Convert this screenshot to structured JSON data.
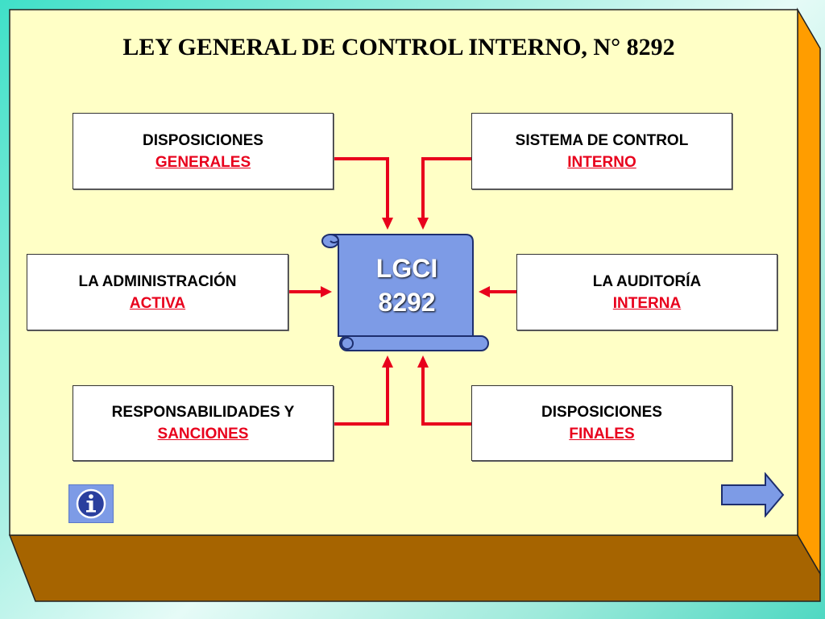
{
  "title": "LEY GENERAL DE CONTROL INTERNO, N° 8292",
  "center": {
    "line1": "LGCI",
    "line2": "8292"
  },
  "boxes": {
    "disposiciones_generales": {
      "line1": "DISPOSICIONES",
      "line2": "GENERALES"
    },
    "sistema_control_interno": {
      "line1": "SISTEMA DE CONTROL",
      "line2": "INTERNO"
    },
    "administracion_activa": {
      "line1": "LA ADMINISTRACIÓN",
      "line2": "ACTIVA"
    },
    "auditoria_interna": {
      "line1": "LA AUDITORÍA",
      "line2": "INTERNA"
    },
    "responsabilidades_sanciones": {
      "line1": "RESPONSABILIDADES Y",
      "line2": "SANCIONES"
    },
    "disposiciones_finales": {
      "line1": "DISPOSICIONES",
      "line2": "FINALES"
    }
  },
  "colors": {
    "panel": "#ffffc6",
    "depth_side": "#ff9d00",
    "depth_bottom": "#a66400",
    "arrow": "#e8001c",
    "scroll": "#7d9be6",
    "link": "#e8001c"
  },
  "icons": {
    "info": "info-icon",
    "next": "arrow-right-icon"
  }
}
